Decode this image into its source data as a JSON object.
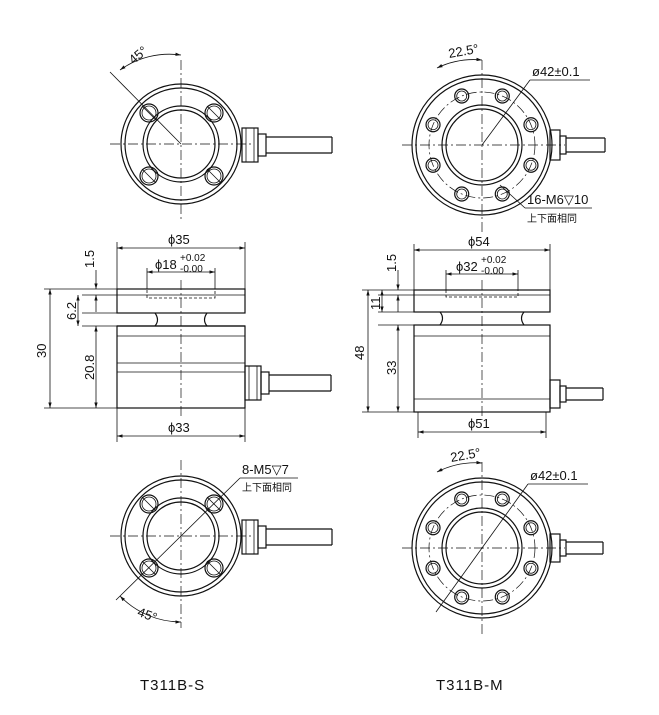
{
  "left_model": {
    "caption": "T311B-S",
    "top_view": {
      "angle_label": "45°"
    },
    "side_view": {
      "top_diameter": "ϕ35",
      "bore_diameter": "ϕ18",
      "bore_tol_upper": "+0.02",
      "bore_tol_lower": "-0.00",
      "dim_1_5": "1.5",
      "dim_6_2": "6.2",
      "dim_30": "30",
      "dim_20_8": "20.8",
      "bottom_diameter": "ϕ33"
    },
    "bottom_view": {
      "thread_label": "8-M5▽7",
      "note": "上下面相同",
      "angle_label": "45°"
    }
  },
  "right_model": {
    "caption": "T311B-M",
    "top_view": {
      "angle_label": "22.5°",
      "pcd_label": "ø42±0.1",
      "thread_label": "16-M6▽10",
      "note": "上下面相同"
    },
    "side_view": {
      "top_diameter": "ϕ54",
      "bore_diameter": "ϕ32",
      "bore_tol_upper": "+0.02",
      "bore_tol_lower": "-0.00",
      "dim_1_5": "1.5",
      "dim_11": "11",
      "dim_48": "48",
      "dim_33": "33",
      "bottom_diameter": "ϕ51"
    },
    "bottom_view": {
      "angle_label": "22.5°",
      "pcd_label": "ø42±0.1"
    }
  }
}
